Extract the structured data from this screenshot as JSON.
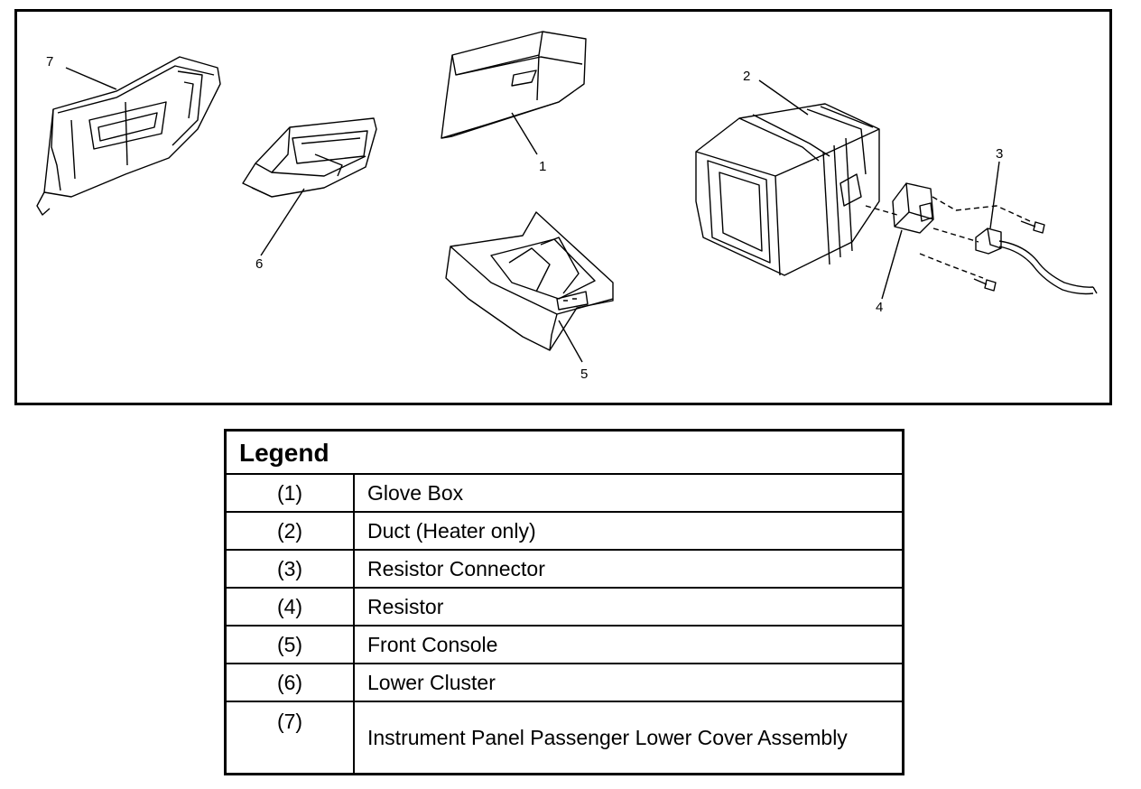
{
  "diagram": {
    "callouts": {
      "c1": "1",
      "c2": "2",
      "c3": "3",
      "c4": "4",
      "c5": "5",
      "c6": "6",
      "c7": "7"
    }
  },
  "legend": {
    "title": "Legend",
    "rows": [
      {
        "num": "(1)",
        "label": "Glove Box"
      },
      {
        "num": "(2)",
        "label": "Duct (Heater only)"
      },
      {
        "num": "(3)",
        "label": "Resistor Connector"
      },
      {
        "num": "(4)",
        "label": "Resistor"
      },
      {
        "num": "(5)",
        "label": "Front Console"
      },
      {
        "num": "(6)",
        "label": "Lower Cluster"
      },
      {
        "num": "(7)",
        "label": "Instrument Panel Passenger Lower Cover Assembly"
      }
    ]
  }
}
